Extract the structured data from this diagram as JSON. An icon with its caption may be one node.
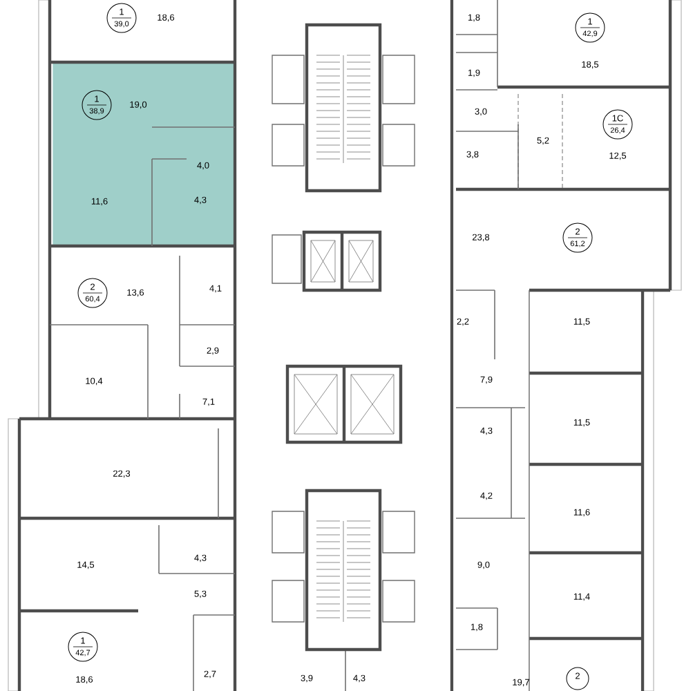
{
  "diagram": {
    "nodes": [
      {
        "text": [
          "1",
          "39,0"
        ]
      },
      {
        "text": [
          "19,0",
          "11,6",
          "4,0",
          "4,3"
        ]
      },
      {
        "text": [
          "1",
          "38,9"
        ],
        "in": 1
      },
      {
        "text": [
          "2",
          "60,4"
        ]
      },
      {
        "text": [
          "1",
          "42,7"
        ]
      },
      {
        "text": [
          "1",
          "42,9"
        ]
      },
      {
        "text": [
          "1С",
          "26,4"
        ]
      },
      {
        "text": [
          "2",
          "61,2"
        ]
      },
      {
        "text": [
          "2"
        ]
      }
    ],
    "labels": [
      "18,6",
      "13,6",
      "4,1",
      "2,9",
      "10,4",
      "7,1",
      "22,3",
      "14,5",
      "4,3",
      "5,3",
      "18,6",
      "2,7",
      "3,9",
      "4,3",
      "1,8",
      "18,5",
      "1,9",
      "3,0",
      "5,2",
      "3,8",
      "12,5",
      "23,8",
      "2,2",
      "11,5",
      "7,9",
      "11,5",
      "4,3",
      "4,2",
      "11,6",
      "9,0",
      "11,4",
      "1,8",
      "19,7"
    ]
  }
}
